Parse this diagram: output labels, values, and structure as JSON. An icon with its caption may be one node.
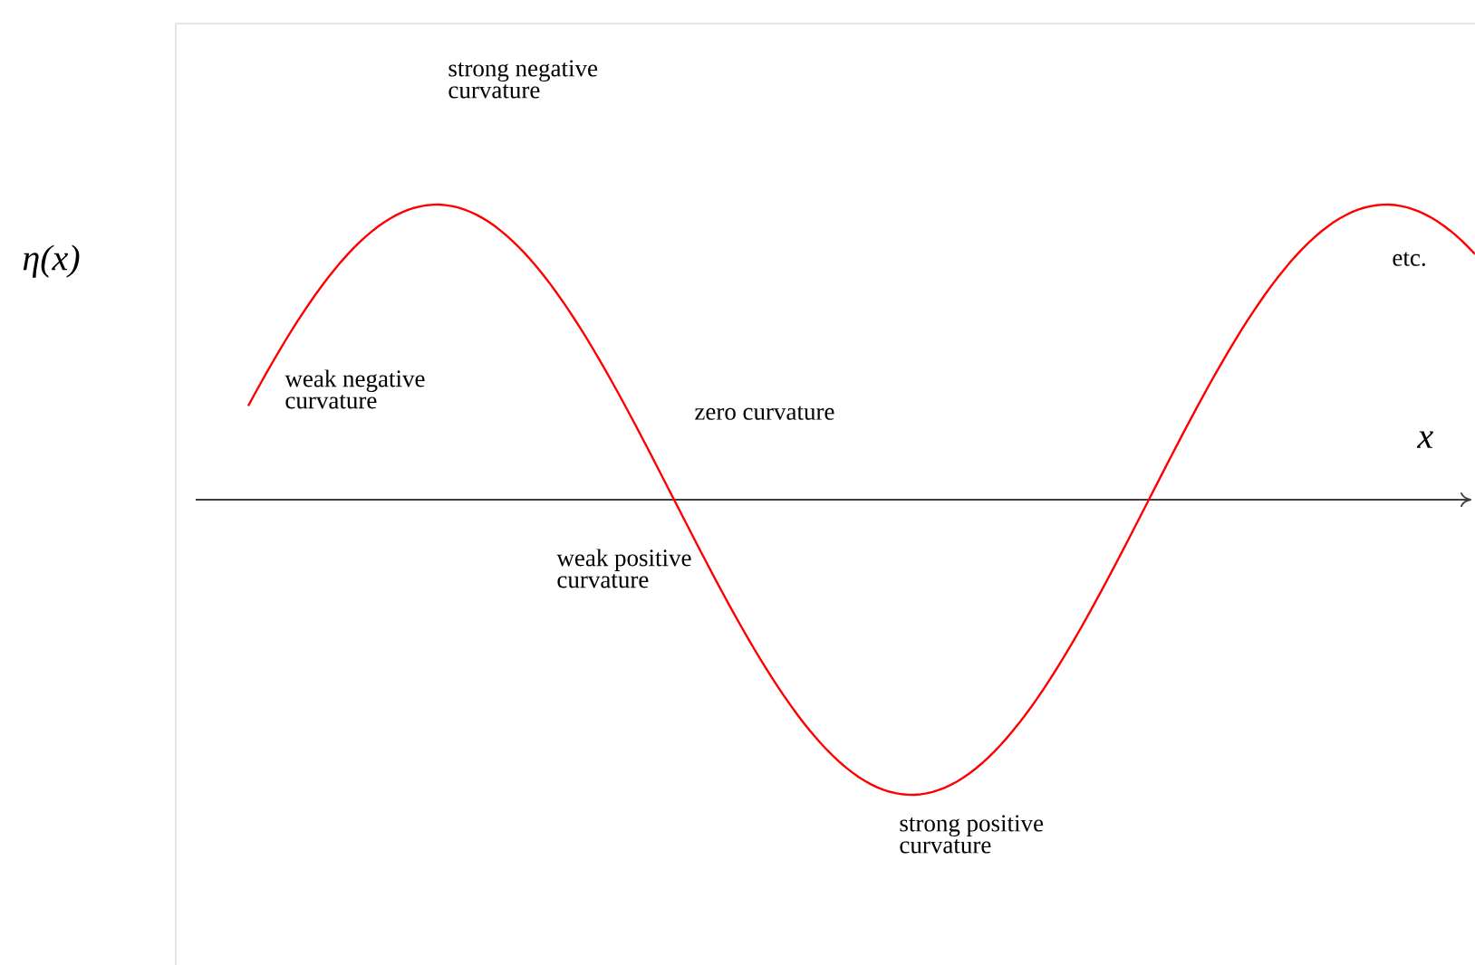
{
  "diagram": {
    "labels": [
      "strong negative curvature",
      "η(x)",
      "etc.",
      "weak negative curvature",
      "zero curvature",
      "x",
      "weak positive curvature",
      "strong positive curvature"
    ]
  }
}
